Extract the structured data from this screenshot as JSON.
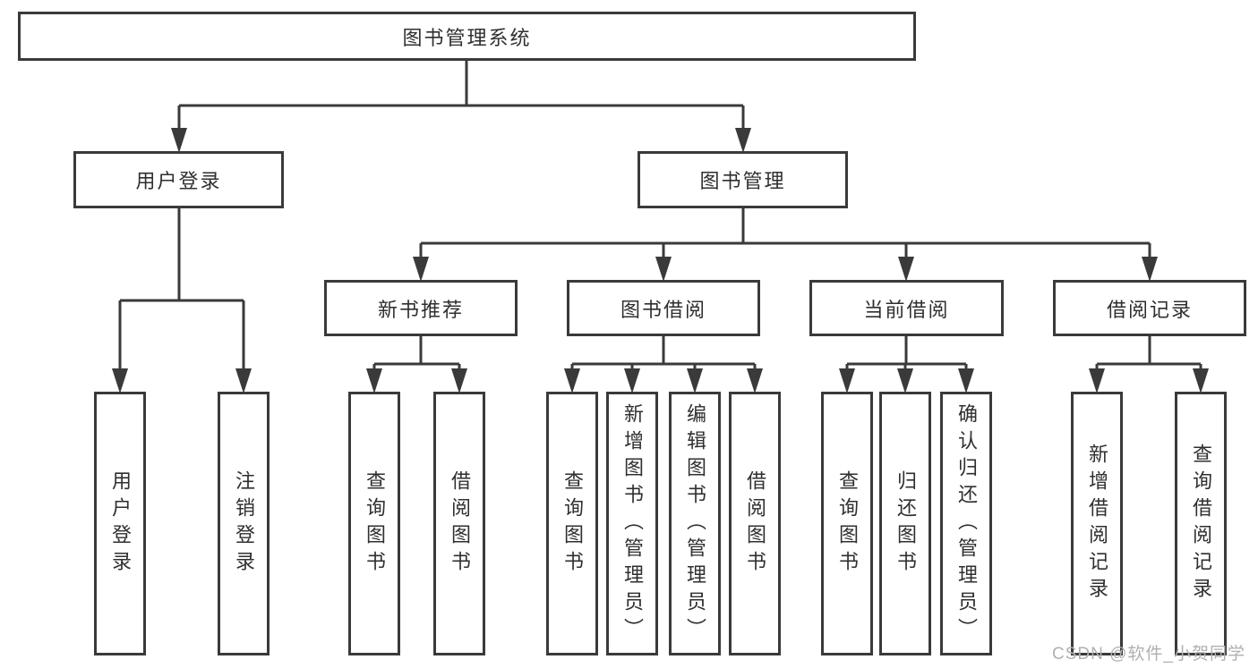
{
  "tree": {
    "label": "图书管理系统",
    "children": [
      {
        "label": "用户登录",
        "children": [
          {
            "label": "用户登录"
          },
          {
            "label": "注销登录"
          }
        ]
      },
      {
        "label": "图书管理",
        "children": [
          {
            "label": "新书推荐",
            "children": [
              {
                "label": "查询图书"
              },
              {
                "label": "借阅图书"
              }
            ]
          },
          {
            "label": "图书借阅",
            "children": [
              {
                "label": "查询图书"
              },
              {
                "label": "新增图书（管理员）"
              },
              {
                "label": "编辑图书（管理员）"
              },
              {
                "label": "借阅图书"
              }
            ]
          },
          {
            "label": "当前借阅",
            "children": [
              {
                "label": "查询图书"
              },
              {
                "label": "归还图书"
              },
              {
                "label": "确认归还（管理员）"
              }
            ]
          },
          {
            "label": "借阅记录",
            "children": [
              {
                "label": "新增借阅记录"
              },
              {
                "label": "查询借阅记录"
              }
            ]
          }
        ]
      }
    ]
  },
  "watermark": {
    "text": "CSDN @软件_小贺同学"
  },
  "colors": {
    "line": "#3a3a3a",
    "text": "#2f2f2f",
    "box_background": "#ffffff",
    "watermark": "#b0b0b0",
    "background": "#ffffff"
  }
}
